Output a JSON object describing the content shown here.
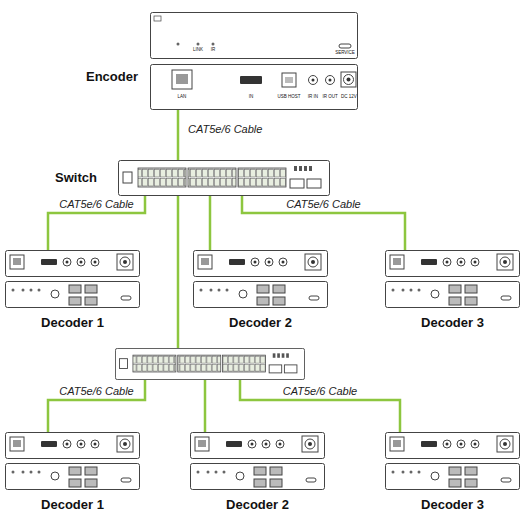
{
  "diagram": {
    "nodes": [
      {
        "text": [
          "Encoder",
          "LINK",
          "IR",
          "SERVICE",
          "LAN",
          "IN",
          "USB HOST",
          "IR IN",
          "IR OUT",
          "DC 12V"
        ]
      },
      {
        "text": [
          "Switch"
        ]
      },
      {
        "text": [
          "Decoder 1"
        ]
      },
      {
        "text": [
          "Decoder 2"
        ]
      },
      {
        "text": [
          "Decoder 3"
        ]
      },
      {
        "text": []
      },
      {
        "text": [
          "Decoder 1"
        ]
      },
      {
        "text": [
          "Decoder 2"
        ]
      },
      {
        "text": [
          "Decoder 3"
        ]
      }
    ],
    "edges": [
      {
        "from": 0,
        "to": 1,
        "label": "CAT5e/6 Cable",
        "arrow": "none"
      },
      {
        "from": 1,
        "to": 2,
        "label": "CAT5e/6 Cable",
        "arrow": "none"
      },
      {
        "from": 1,
        "to": 3,
        "arrow": "none"
      },
      {
        "from": 1,
        "to": 4,
        "label": "CAT5e/6 Cable",
        "arrow": "none"
      },
      {
        "from": 1,
        "to": 5,
        "arrow": "none"
      },
      {
        "from": 5,
        "to": 6,
        "label": "CAT5e/6 Cable",
        "arrow": "none"
      },
      {
        "from": 5,
        "to": 7,
        "arrow": "none"
      },
      {
        "from": 5,
        "to": 8,
        "label": "CAT5e/6 Cable",
        "arrow": "none"
      }
    ]
  }
}
